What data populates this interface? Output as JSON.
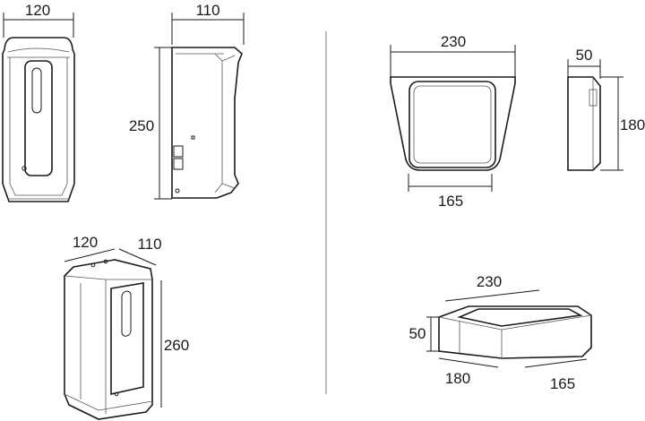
{
  "dispenser": {
    "front": {
      "width": "120"
    },
    "side": {
      "depth": "110",
      "height": "250"
    },
    "iso": {
      "width": "120",
      "depth": "110",
      "height": "260"
    }
  },
  "tray": {
    "top": {
      "outer_width": "230",
      "inner_width": "165"
    },
    "side": {
      "thickness": "50",
      "length": "180"
    },
    "iso": {
      "width": "230",
      "height": "50",
      "length": "180",
      "inner_width": "165"
    }
  },
  "colors": {
    "line": "#1a1a1a",
    "background": "#ffffff"
  }
}
